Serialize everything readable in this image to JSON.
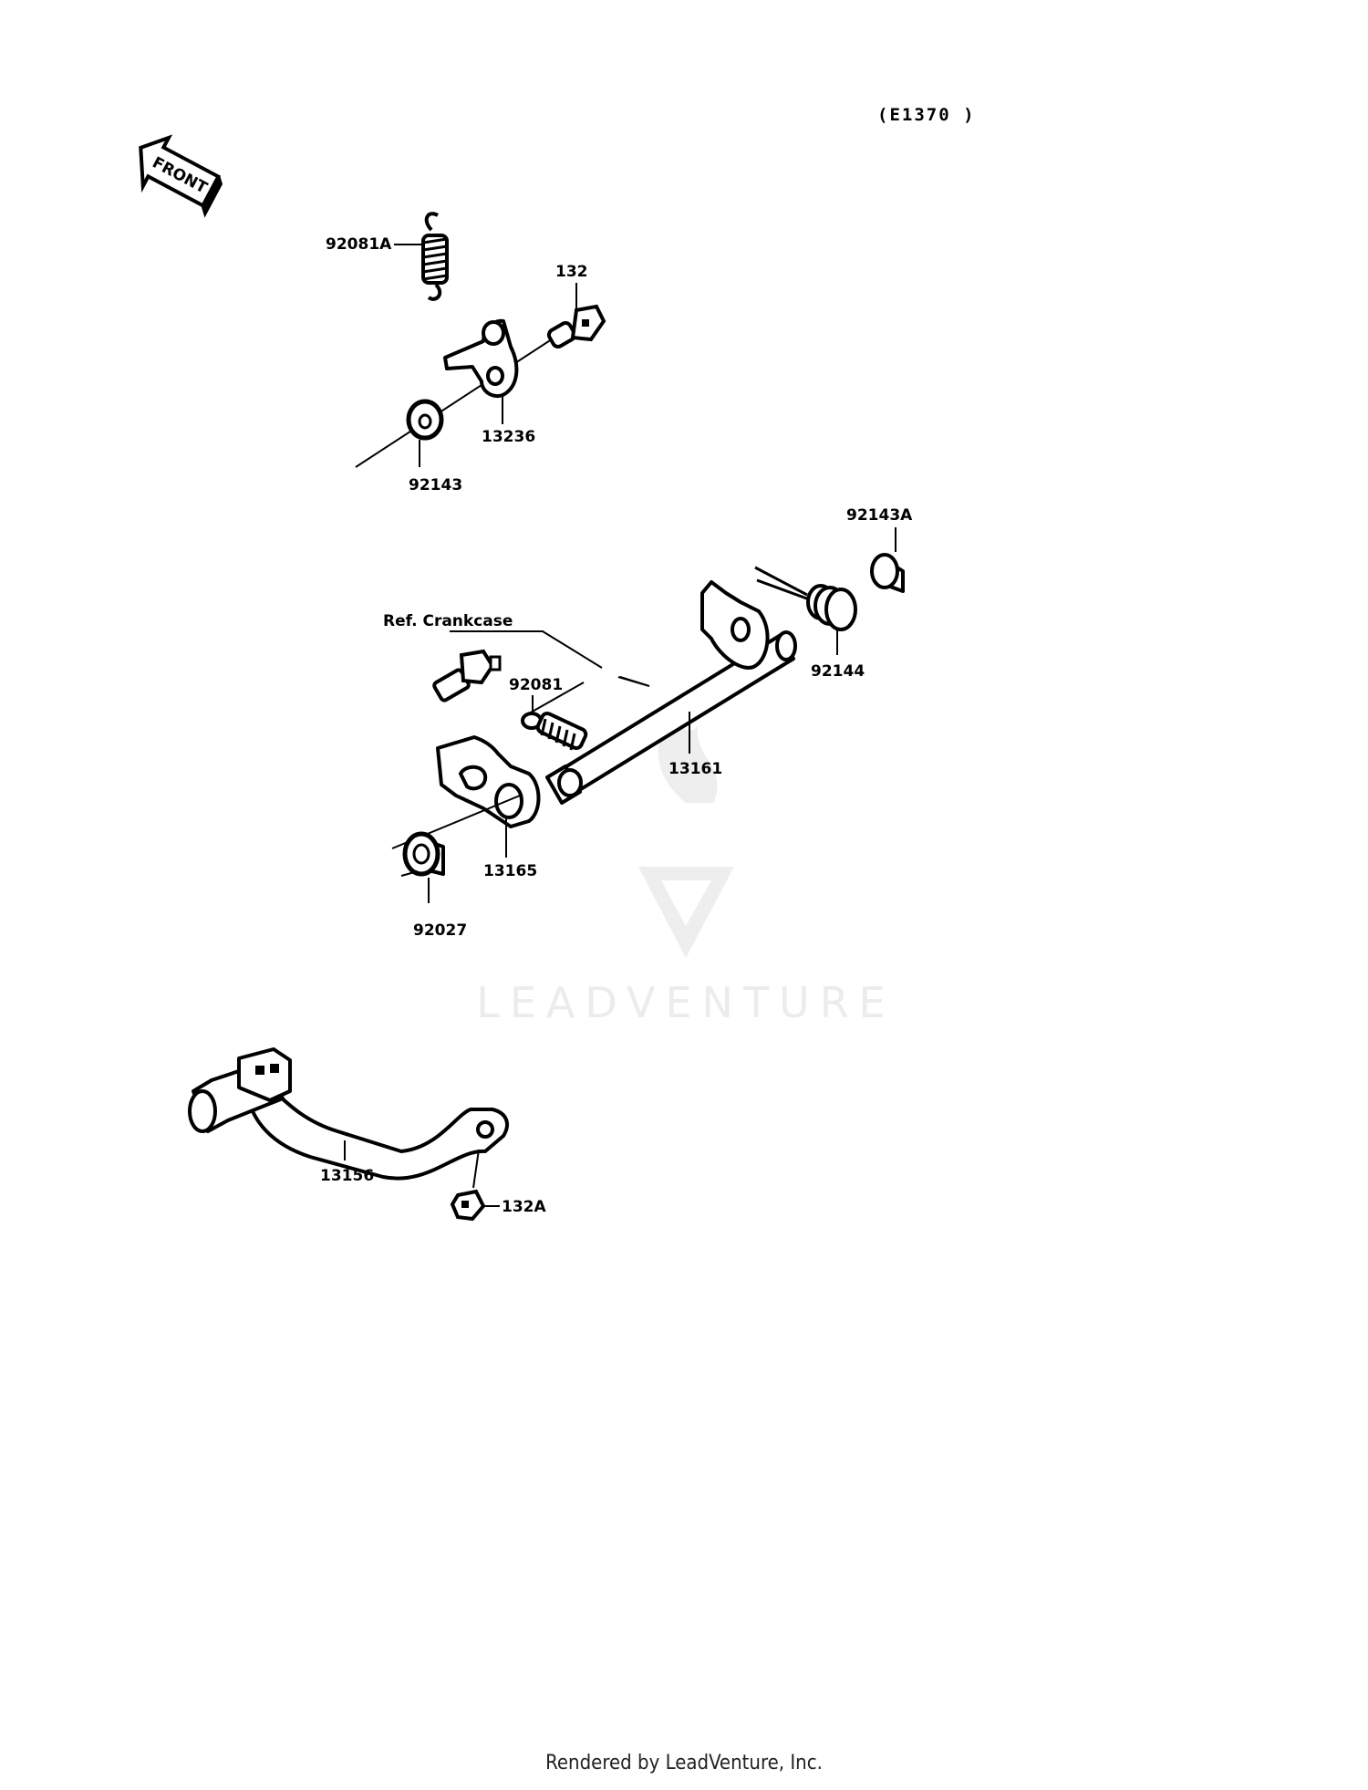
{
  "diagram_code": "(E1370 )",
  "front_arrow_label": "FRONT",
  "parts": {
    "p92081A": "92081A",
    "p132": "132",
    "p13236": "13236",
    "p92143": "92143",
    "p92143A": "92143A",
    "ref_crankcase": "Ref. Crankcase",
    "p92081": "92081",
    "p92144": "92144",
    "p13161": "13161",
    "p13165": "13165",
    "p92027": "92027",
    "p13156": "13156",
    "p132A": "132A"
  },
  "watermark": {
    "text": "LEADVENTURE"
  },
  "footer": "Rendered by LeadVenture, Inc."
}
